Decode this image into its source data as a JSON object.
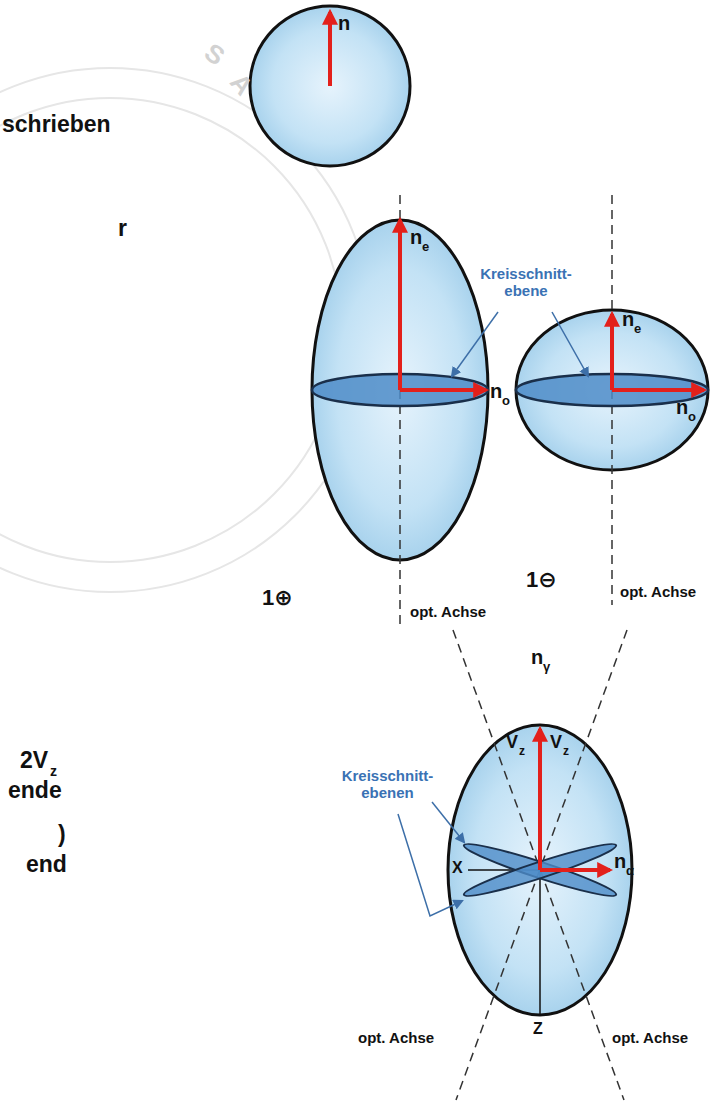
{
  "diagram": {
    "labels": [
      "schrieben",
      "r",
      "n",
      "n",
      "e",
      "Kreisschnitt- ebene",
      "n",
      "e",
      "n",
      "o",
      "n",
      "o",
      "1⊕",
      "opt. Achse",
      "1⊖",
      "opt. Achse",
      "n",
      "γ",
      "V",
      "z",
      "V",
      "z",
      "2V",
      "z",
      "ende",
      "Kreisschnitt- ebenen",
      "X",
      "n",
      "α",
      ")",
      "end",
      "opt. Achse",
      "Z",
      "opt. Achse",
      "S",
      "A"
    ]
  }
}
